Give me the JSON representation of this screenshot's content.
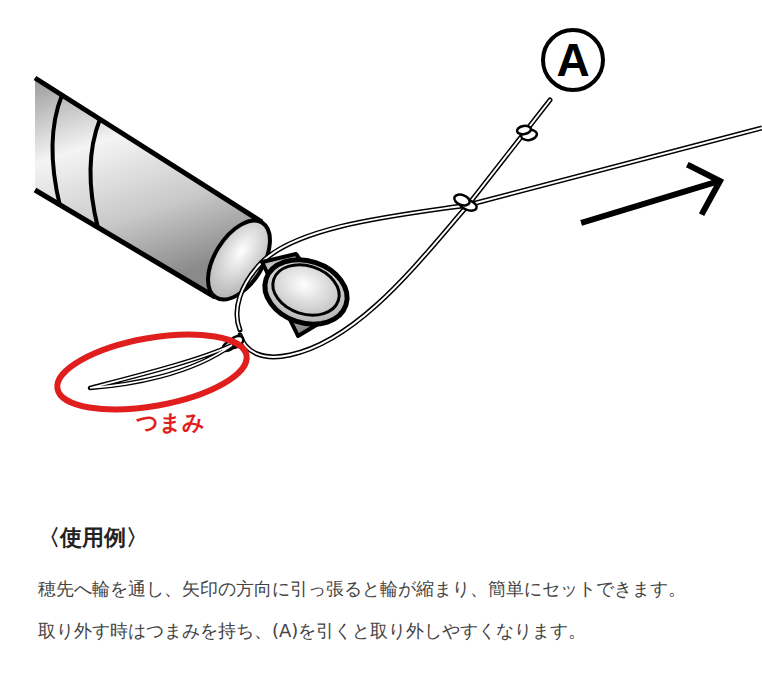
{
  "diagram": {
    "title": "〈使用例〉",
    "nodes": [
      {
        "text": [
          "A"
        ]
      }
    ],
    "labels": [
      "つまみ",
      "穂先へ輪を通し、矢印の方向に引っ張ると輪が縮まり、簡単にセットできます。",
      "取り外す時はつまみを持ち、(A)を引くと取り外しやすくなります。"
    ]
  }
}
